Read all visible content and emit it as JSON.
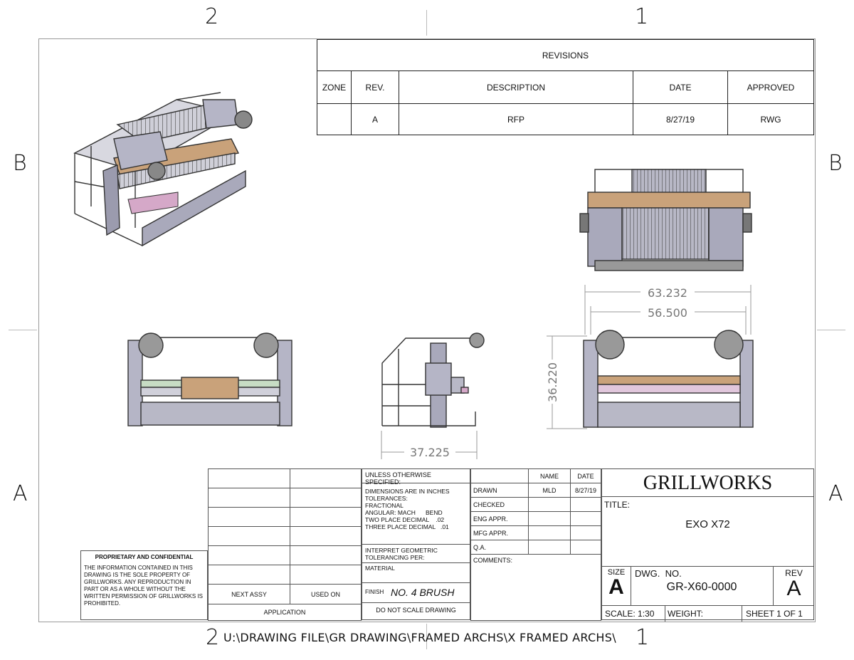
{
  "zones": {
    "top_left": "2",
    "top_right": "1",
    "left_upper": "B",
    "right_upper": "B",
    "left_lower": "A",
    "right_lower": "A",
    "bottom_left": "2",
    "bottom_right": "1"
  },
  "revisions": {
    "title": "REVISIONS",
    "headers": [
      "ZONE",
      "REV.",
      "DESCRIPTION",
      "DATE",
      "APPROVED"
    ],
    "row": [
      "",
      "A",
      "RFP",
      "8/27/19",
      "RWG"
    ]
  },
  "dimensions": {
    "overall_width": "63.232",
    "inner_width": "56.500",
    "height": "36.220",
    "depth": "37.225"
  },
  "proprietary": {
    "heading": "PROPRIETARY AND CONFIDENTIAL",
    "body": "THE INFORMATION CONTAINED IN THIS DRAWING IS THE SOLE PROPERTY OF GRILLWORKS. ANY REPRODUCTION IN PART OR AS A WHOLE WITHOUT THE WRITTEN PERMISSION OF GRILLWORKS IS PROHIBITED."
  },
  "application": {
    "next_assy": "NEXT ASSY",
    "used_on": "USED ON",
    "label": "APPLICATION"
  },
  "spec": {
    "unless": "UNLESS OTHERWISE SPECIFIED:",
    "dims": "DIMENSIONS ARE IN INCHES",
    "tolerances": "TOLERANCES:",
    "fractional": "FRACTIONAL",
    "angular": "ANGULAR: MACH      BEND",
    "two_place": "TWO PLACE DECIMAL    .02",
    "three_place": "THREE PLACE DECIMAL   .01",
    "interpret": "INTERPRET GEOMETRIC TOLERANCING PER:",
    "material": "MATERIAL",
    "finish_label": "FINISH",
    "finish_value": "NO. 4 BRUSH",
    "do_not_scale": "DO NOT SCALE DRAWING"
  },
  "approvals": {
    "name_hdr": "NAME",
    "date_hdr": "DATE",
    "drawn": "DRAWN",
    "drawn_name": "MLD",
    "drawn_date": "8/27/19",
    "checked": "CHECKED",
    "eng": "ENG APPR.",
    "mfg": "MFG APPR.",
    "qa": "Q.A.",
    "comments": "COMMENTS:"
  },
  "titleblock": {
    "company": "GRILLWORKS",
    "title_label": "TITLE:",
    "title": "EXO X72",
    "size_label": "SIZE",
    "size": "A",
    "dwg_label": "DWG.  NO.",
    "dwg_no": "GR-X60-0000",
    "rev_label": "REV",
    "rev": "A",
    "scale": "SCALE: 1:30",
    "weight": "WEIGHT:",
    "sheet": "SHEET 1 OF 1"
  },
  "file_path": "U:\\DRAWING FILE\\GR DRAWING\\FRAMED ARCHS\\X FRAMED ARCHS\\"
}
